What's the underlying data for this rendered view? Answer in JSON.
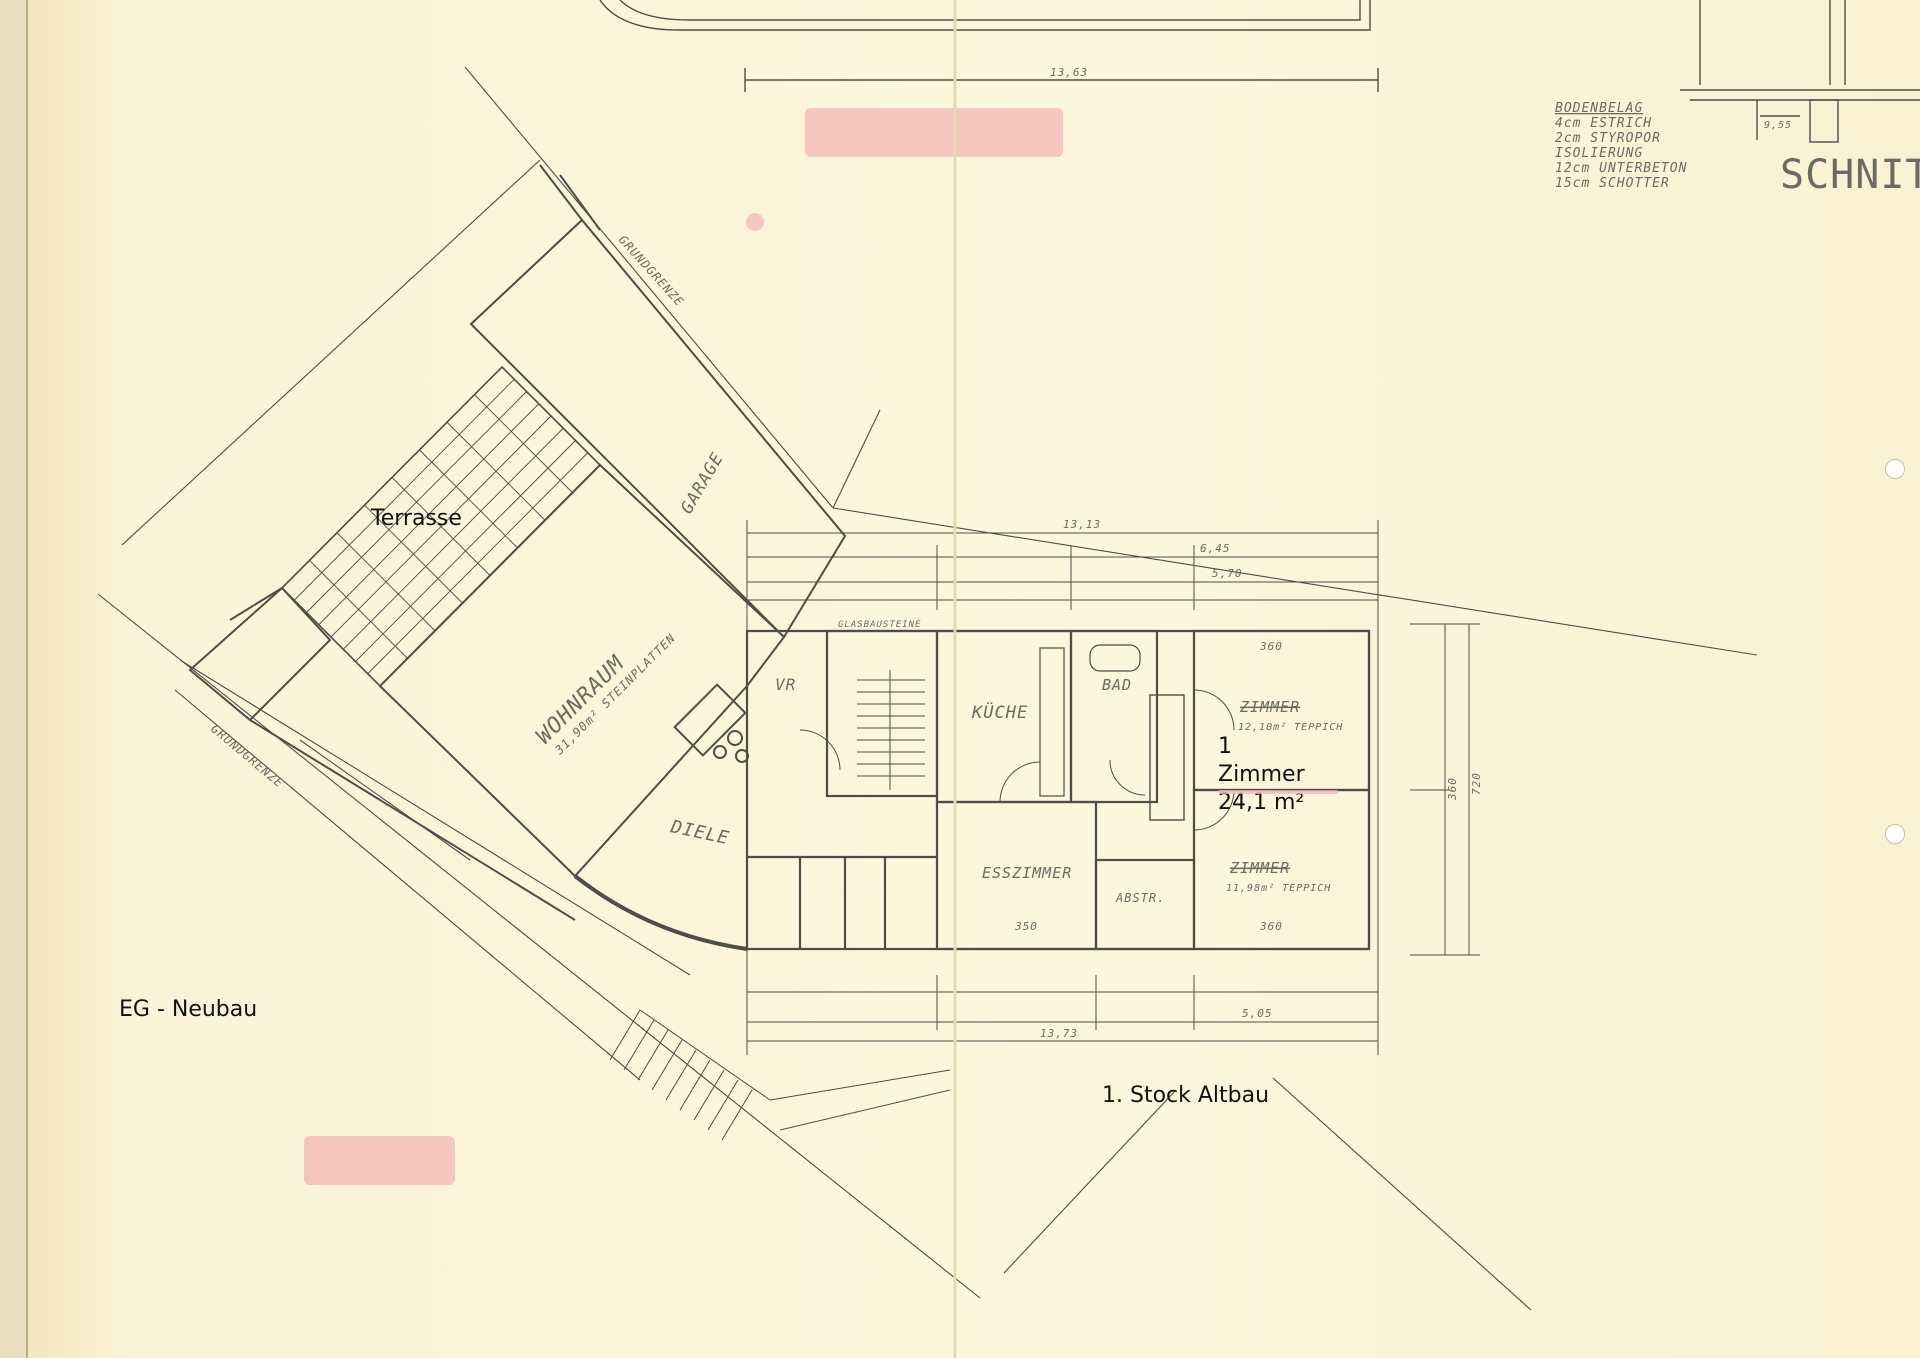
{
  "overlay_labels": {
    "terrasse": "Terrasse",
    "eg_neubau": "EG - Neubau",
    "stock_altbau": "1. Stock Altbau",
    "zimmer_number": "1",
    "zimmer_label": "Zimmer",
    "zimmer_area": "24,1 m²"
  },
  "plan_labels": {
    "wohnraum": "WOHNRAUM",
    "wohnraum_sub": "31,90m² STEINPLATTEN",
    "garage": "GARAGE",
    "diele": "DIELE",
    "vr": "VR",
    "kueche": "KÜCHE",
    "bad": "BAD",
    "zimmer_top": "ZIMMER",
    "zimmer_top_sub": "12,10m² TEPPICH",
    "zimmer_bottom": "ZIMMER",
    "zimmer_bottom_sub": "11,98m² TEPPICH",
    "esszimmer": "ESSZIMMER",
    "abstr": "ABSTR.",
    "grundgrenze_1": "GRUNDGRENZE",
    "grundgrenze_2": "GRUNDGRENZE",
    "glasbausteine": "GLASBAUSTEINE",
    "schnitt": "SCHNIT"
  },
  "legend": {
    "lines": [
      "BODENBELAG",
      "4cm ESTRICH",
      "2cm STYROPOR",
      "ISOLIERUNG",
      "12cm UNTERBETON",
      "15cm SCHOTTER"
    ]
  },
  "dimensions": {
    "d1313": "13,13",
    "d645": "6,45",
    "d570": "5,70",
    "d1373": "13,73",
    "d505": "5,05",
    "d360a": "360",
    "d360b": "360",
    "d350": "350",
    "d720": "720",
    "d360v": "360",
    "d955": "9,55",
    "d1363": "13,63"
  }
}
